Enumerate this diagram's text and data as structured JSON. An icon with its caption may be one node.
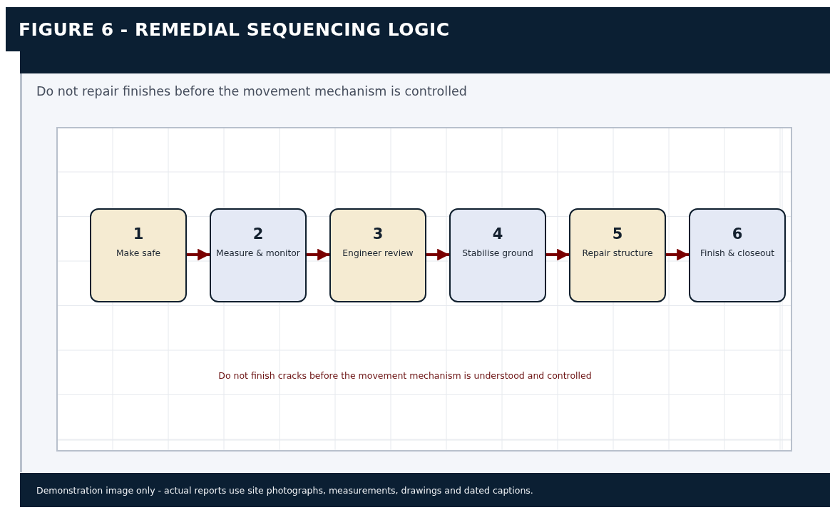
{
  "diagram": {
    "title": "FIGURE 6 - REMEDIAL SEQUENCING LOGIC",
    "caption": "Demonstration image only - actual reports use site photographs, measurements, drawings and dated captions.",
    "nodes": [
      {
        "text": [
          "1",
          "Make safe"
        ]
      },
      {
        "text": [
          "2",
          "Measure & monitor"
        ]
      },
      {
        "text": [
          "3",
          "Engineer review"
        ]
      },
      {
        "text": [
          "4",
          "Stabilise ground"
        ]
      },
      {
        "text": [
          "5",
          "Repair structure"
        ]
      },
      {
        "text": [
          "6",
          "Finish & closeout"
        ]
      }
    ],
    "edges": [
      {
        "from": 0,
        "to": 1,
        "arrow": "to"
      },
      {
        "from": 1,
        "to": 2,
        "arrow": "to"
      },
      {
        "from": 2,
        "to": 3,
        "arrow": "to"
      },
      {
        "from": 3,
        "to": 4,
        "arrow": "to"
      },
      {
        "from": 4,
        "to": 5,
        "arrow": "to"
      }
    ],
    "labels": [
      "Do not repair finishes before the movement mechanism is controlled",
      "Do not finish cracks before the movement mechanism is understood and controlled"
    ]
  }
}
